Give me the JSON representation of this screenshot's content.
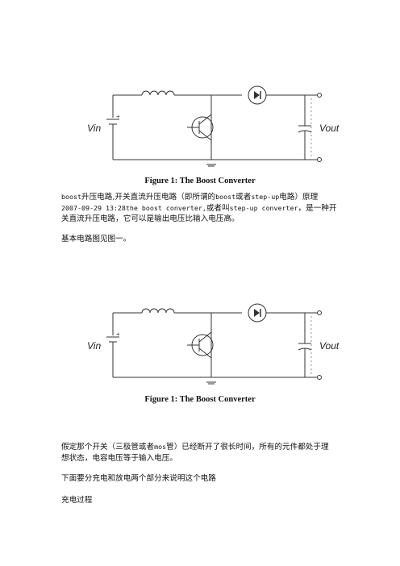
{
  "figures": [
    {
      "vin_label": "Vin",
      "vout_label": "Vout",
      "caption": "Figure 1: The Boost Converter"
    },
    {
      "vin_label": "Vin",
      "vout_label": "Vout",
      "caption": "Figure 1: The Boost Converter"
    }
  ],
  "paragraphs": {
    "p1": {
      "line1_prefix": "boost",
      "line1_text": "升压电路,开关直流升压电路（即所谓的",
      "line1_boost": "boost",
      "line1_or": "或者",
      "line1_stepup": "step-up",
      "line1_suffix": "电路）原理",
      "line2_mono": "2007-09-29 13:28the boost converter,",
      "line2_text": "或者叫",
      "line2_stepup": "step-up converter",
      "line2_suffix": "，是一种开",
      "line3": "关直流升压电路，它可以是输出电压比输入电压高。"
    },
    "p2": "基本电路图见图一。",
    "p3": {
      "line1_a": "假定那个开关（三极管或者",
      "line1_mos": "mos",
      "line1_b": "管）已经断开了很长时间，所有的元件都处于理",
      "line2": "想状态，电容电压等于输入电压。"
    },
    "p4": "下面要分充电和放电两个部分来说明这个电路",
    "p5": "充电过程"
  }
}
